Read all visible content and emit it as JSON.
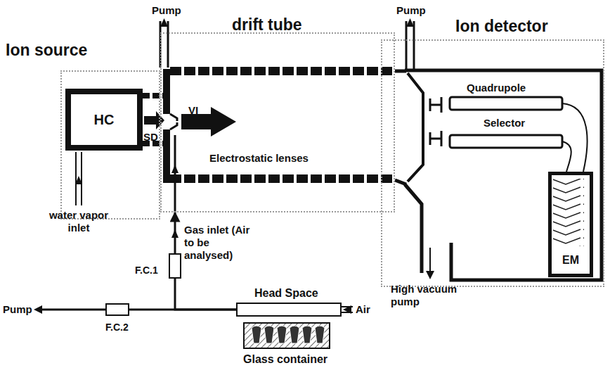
{
  "diagram": {
    "nodes": [
      {
        "text": [
          "Ion source"
        ]
      },
      {
        "text": [
          "HC"
        ],
        "in": 0
      },
      {
        "text": [
          "drift tube"
        ]
      },
      {
        "text": [
          "Ion detector"
        ]
      },
      {
        "text": [
          "EM"
        ],
        "in": 3
      },
      {
        "text": [
          "F.C.1"
        ]
      },
      {
        "text": [
          "F.C.2"
        ]
      },
      {
        "text": [
          "Head Space"
        ]
      },
      {
        "text": [
          "Glass container"
        ]
      }
    ],
    "edges": [
      {
        "from": 7,
        "to": 5,
        "arrow": "none"
      },
      {
        "from": 7,
        "to": 6,
        "arrow": "none"
      },
      {
        "from": 5,
        "to": 2,
        "arrow": "to"
      }
    ],
    "labels": [
      "Pump",
      "Pump",
      "Pump",
      "SD",
      "VI",
      "Electrostatic lenses",
      "Quadrupole",
      "Selector",
      "water vapor inlet",
      "Gas inlet (Air to be analysed)",
      "Air",
      "High vacuum pump"
    ]
  }
}
